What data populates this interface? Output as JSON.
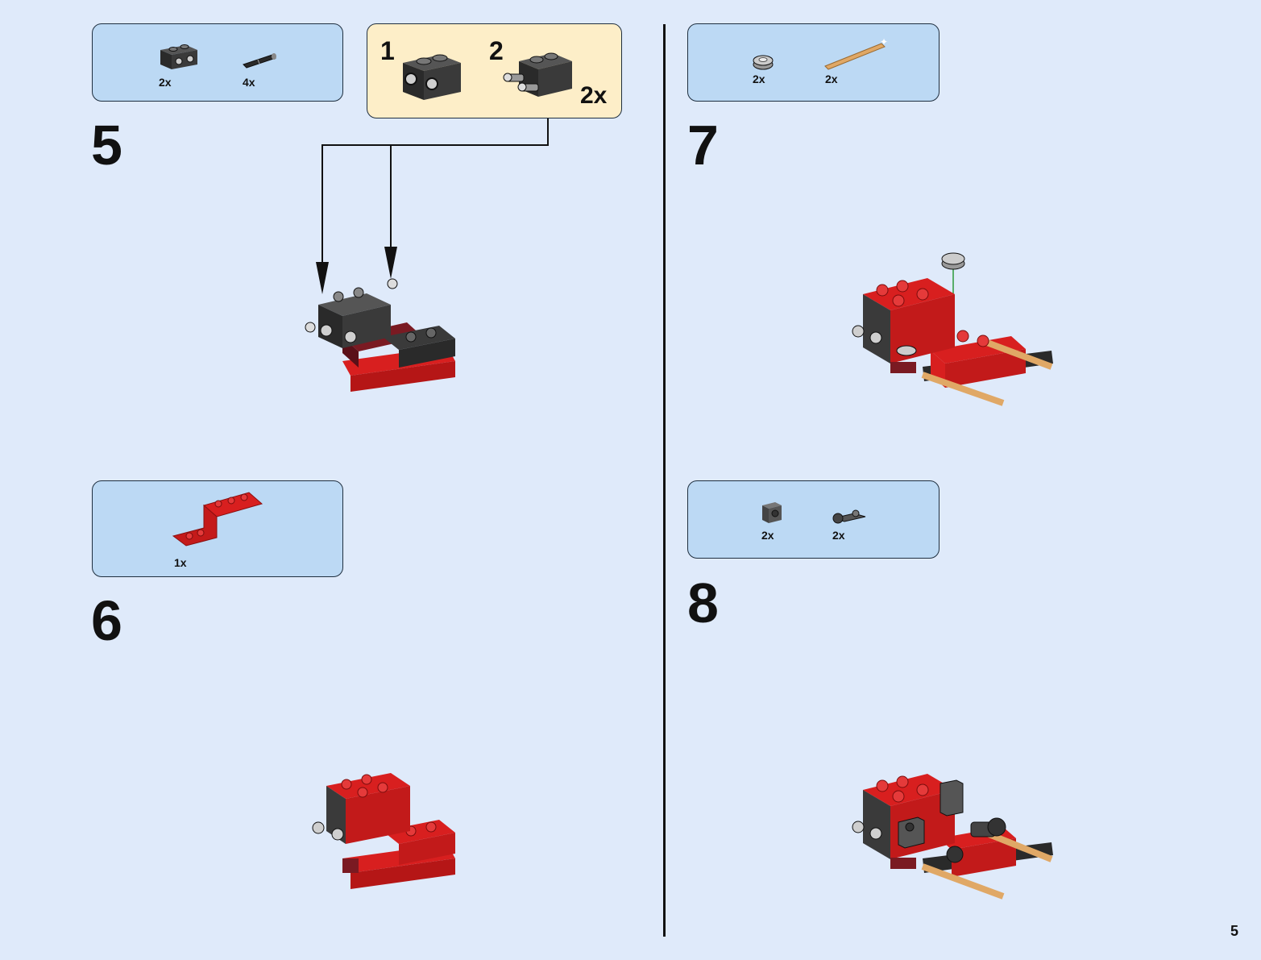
{
  "page_number": "5",
  "steps": [
    {
      "number": "5",
      "parts": [
        {
          "qty": "2x",
          "icon": "black-technic-brick-1x2"
        },
        {
          "qty": "4x",
          "icon": "black-pin"
        }
      ],
      "submodel": {
        "step1": "1",
        "step2": "2",
        "multiplier": "2x"
      }
    },
    {
      "number": "6",
      "parts": [
        {
          "qty": "1x",
          "icon": "red-bracket-plate"
        }
      ]
    },
    {
      "number": "7",
      "parts": [
        {
          "qty": "2x",
          "icon": "grey-round-plate"
        },
        {
          "qty": "2x",
          "icon": "tan-bar"
        }
      ]
    },
    {
      "number": "8",
      "parts": [
        {
          "qty": "2x",
          "icon": "dark-grey-clip-brick"
        },
        {
          "qty": "2x",
          "icon": "dark-grey-clip-plate"
        }
      ]
    }
  ],
  "colors": {
    "background": "#dfeafa",
    "parts_box": "#bcd9f4",
    "submodel_box": "#fdeec8",
    "brick_red": "#d81f1f",
    "brick_dark_red": "#7a1a22",
    "brick_black": "#2a2a2a",
    "tan": "#e0a866"
  }
}
